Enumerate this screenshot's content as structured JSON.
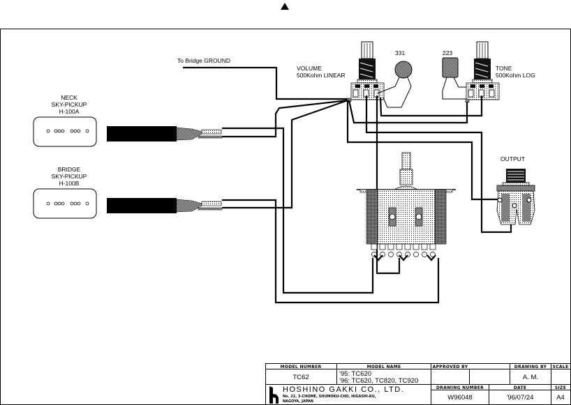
{
  "page_marker": "up-arrow",
  "labels": {
    "bridge_ground": "To Bridge GROUND",
    "volume_title": "VOLUME",
    "volume_value": "500Kohm LINEAR",
    "tone_title": "TONE",
    "tone_value": "500Kohm LOG",
    "cap1": "331",
    "cap2": "223",
    "output": "OUTPUT"
  },
  "pickups": [
    {
      "position": "NECK",
      "type": "SKY-PICKUP",
      "model": "H-100A"
    },
    {
      "position": "BRIDGE",
      "type": "SKY-PICKUP",
      "model": "H-100B"
    }
  ],
  "title_block": {
    "model_number_header": "MODEL NUMBER",
    "model_number": "TC62",
    "model_name_header": "MODEL NAME",
    "model_name_line1": "'95: TC620",
    "model_name_line2": "'96: TC620, TC820, TC920",
    "approved_by_header": "APPROVED BY",
    "approved_by": "",
    "drawing_by_header": "DRAWING BY",
    "drawing_by": "A. M.",
    "scale_header": "SCALE",
    "scale": "",
    "company_name": "HOSHINO GAKKI CO., LTD.",
    "company_address1": "No. 22, 3-CHOME, SHUMOKU-CHO, HIGASHI-KU,",
    "company_address2": "NAGOYA, JAPAN",
    "drawing_number_header": "DRAWING NUMBER",
    "drawing_number": "W96048",
    "date_header": "DATE",
    "date": "'96/07/24",
    "size_header": "SIZE",
    "size": "A4"
  }
}
